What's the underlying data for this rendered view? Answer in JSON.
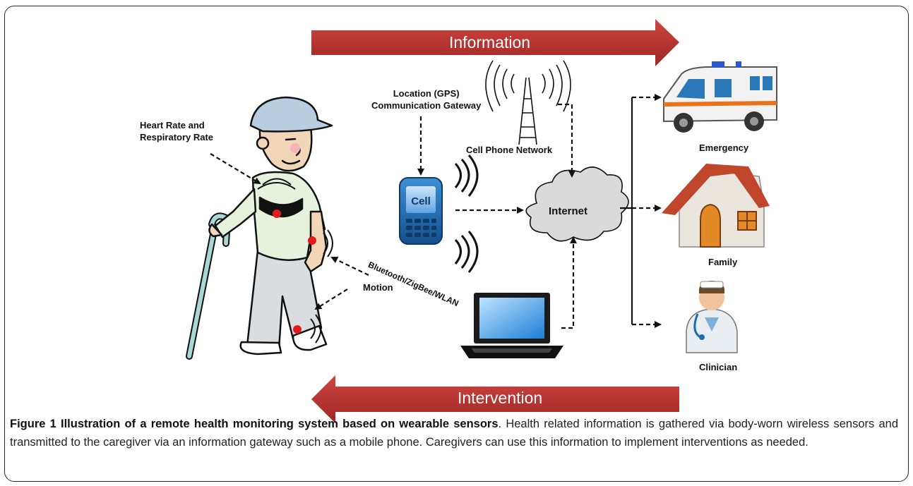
{
  "arrows": {
    "top": "Information",
    "bottom": "Intervention"
  },
  "labels": {
    "heart": "Heart Rate and\nRespiratory Rate",
    "gateway": "Location (GPS)\nCommunication Gateway",
    "cell_network": "Cell Phone Network",
    "phone_screen": "Cell",
    "bluetooth": "Bluetooth/ZigBee/WLAN",
    "internet": "Internet",
    "motion": "Motion",
    "emergency": "Emergency",
    "family": "Family",
    "clinician": "Clinician"
  },
  "caption": {
    "title": "Figure 1 Illustration of a remote health monitoring system based on wearable sensors",
    "body": ". Health related information is gathered via body-worn wireless sensors and transmitted to the caregiver via an information gateway such as a mobile phone. Caregivers can use this information to implement interventions as needed."
  },
  "colors": {
    "arrow": "#b83330",
    "sensor": "#e31b1b",
    "shirt": "#e6f2dc",
    "pants": "#d9dde0",
    "cloud": "#dadada"
  }
}
